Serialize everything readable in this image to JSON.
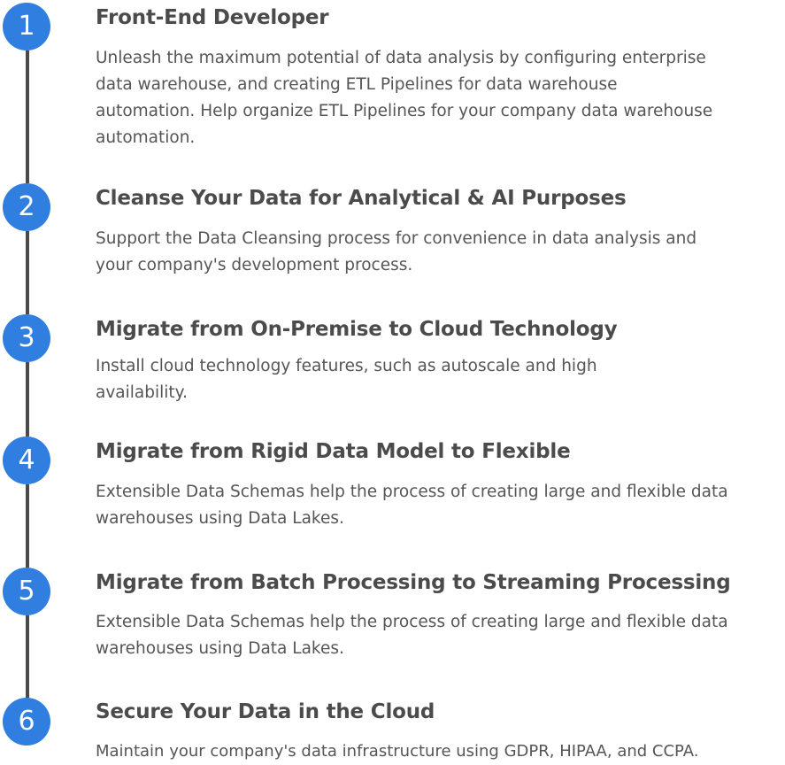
{
  "colors": {
    "accent": "#2f7ee0",
    "line": "#4a4a4a",
    "title": "#4b4b4b",
    "text": "#555555"
  },
  "steps": [
    {
      "number": "1",
      "title": "Front-End Developer",
      "description": "Unleash the maximum potential of data analysis by configuring enterprise data warehouse, and creating ETL Pipelines for data warehouse automation. Help organize ETL Pipelines for your company data warehouse automation."
    },
    {
      "number": "2",
      "title": "Cleanse Your Data for Analytical & AI Purposes",
      "description": "Support the Data Cleansing process for convenience in data analysis and your company's development process."
    },
    {
      "number": "3",
      "title": "Migrate from On-Premise to Cloud Technology",
      "description": "Install cloud technology features, such as autoscale and high availability."
    },
    {
      "number": "4",
      "title": "Migrate from Rigid Data Model to Flexible",
      "description": "Extensible Data Schemas help the process of creating large and flexible data warehouses using Data Lakes."
    },
    {
      "number": "5",
      "title": "Migrate from Batch Processing to Streaming Processing",
      "description": "Extensible Data Schemas help the process of creating large and flexible data warehouses using Data Lakes."
    },
    {
      "number": "6",
      "title": "Secure Your Data in the Cloud",
      "description": "Maintain your company's data infrastructure using GDPR, HIPAA, and CCPA."
    }
  ]
}
